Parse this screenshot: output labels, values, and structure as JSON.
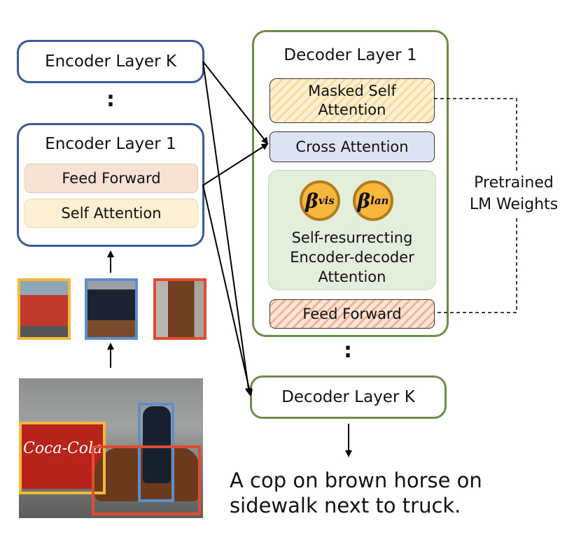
{
  "encoder": {
    "layer_k_label": "Encoder Layer K",
    "dots": ":",
    "layer_1_label": "Encoder Layer 1",
    "feed_forward_label": "Feed Forward",
    "self_attention_label": "Self Attention"
  },
  "decoder": {
    "layer_1_label": "Decoder Layer 1",
    "masked_self_attention_line1": "Masked Self",
    "masked_self_attention_line2": "Attention",
    "cross_attention_label": "Cross Attention",
    "beta_symbol": "β",
    "beta_vis_sup": "vis",
    "beta_lan_sup": "lan",
    "sr_line1": "Self-resurrecting",
    "sr_line2": "Encoder-decoder",
    "sr_line3": "Attention",
    "feed_forward_label": "Feed Forward",
    "dots": ":",
    "layer_k_label": "Decoder Layer K"
  },
  "pretrained": {
    "line1": "Pretrained",
    "line2": "LM Weights"
  },
  "caption": {
    "line1": "A cop on brown horse on",
    "line2": "sidewalk next to truck."
  },
  "image": {
    "truck_logo_text": "Coca-Cola"
  },
  "colors": {
    "encoder_border": "#3b5998",
    "decoder_border": "#6d8c4a",
    "bbox_truck": "#f0b93a",
    "bbox_cop": "#5f8fcb",
    "bbox_horse": "#e14b2f",
    "coin_fill": "#f6b73c"
  }
}
